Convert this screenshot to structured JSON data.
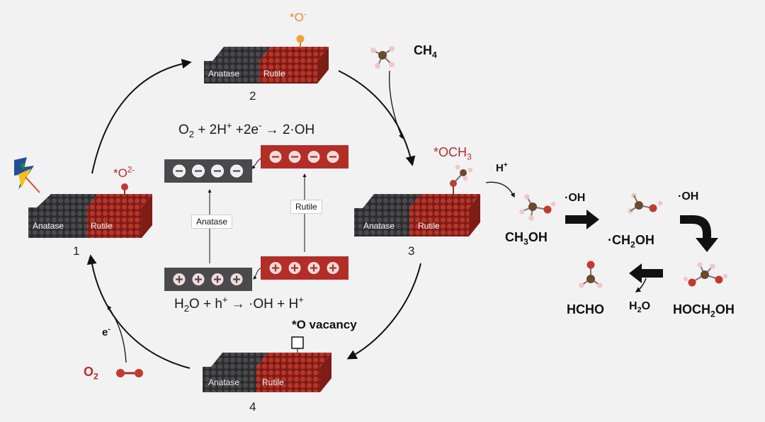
{
  "colors": {
    "anatase": "#3a3a3c",
    "rutile": "#a8281f",
    "accent_red": "#b1302b",
    "accent_orange": "#e08c2c",
    "carbon": "#6b4a2e",
    "hydrogen": "#f0c8c8",
    "arrow": "#111111"
  },
  "slabs": {
    "anatase_label": "Anatase",
    "rutile_label": "Rutile"
  },
  "states": {
    "s1": "1",
    "s2": "2",
    "s3": "3",
    "s4": "4"
  },
  "adsorbates": {
    "s1": {
      "main": "*O",
      "sup": "2-"
    },
    "s2": {
      "main": "*O",
      "sup": "-"
    },
    "s3": {
      "main": "*OCH",
      "sub": "3"
    },
    "s4": "*O vacancy"
  },
  "equations": {
    "reduction": {
      "p1": "O",
      "p2": "2",
      "p3": " + 2H",
      "p4": "+",
      "p5": " +2e",
      "p6": "-",
      "p7": " → 2·OH"
    },
    "oxidation": {
      "p1": "H",
      "p2": "2",
      "p3": "O + h",
      "p4": "+",
      "p5": " → ·OH + H",
      "p6": "+"
    }
  },
  "band_tags": {
    "anatase": "Anatase",
    "rutile": "Rutile"
  },
  "inputs": {
    "ch4": {
      "main": "CH",
      "sub": "4"
    },
    "o2": {
      "main": "O",
      "sub": "2"
    },
    "electron": {
      "main": "e",
      "sup": "-"
    },
    "proton": {
      "main": "H",
      "sup": "+"
    }
  },
  "pathway": {
    "ch3oh": {
      "p1": "CH",
      "p2": "3",
      "p3": "OH"
    },
    "oh_1": "·OH",
    "ch2oh": {
      "p1": "·CH",
      "p2": "2",
      "p3": "OH"
    },
    "oh_2": "·OH",
    "hoch2oh": {
      "p1": "HOCH",
      "p2": "2",
      "p3": "OH"
    },
    "h2o": {
      "p1": "H",
      "p2": "2",
      "p3": "O"
    },
    "hcho": "HCHO"
  }
}
